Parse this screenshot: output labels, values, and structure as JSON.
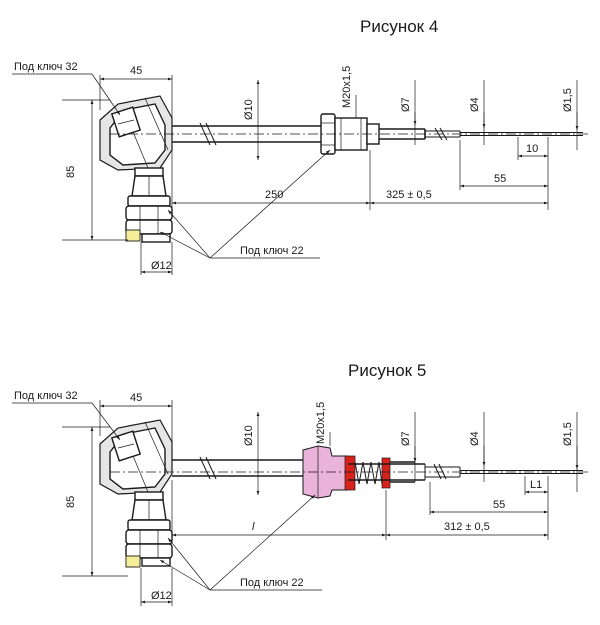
{
  "colors": {
    "line": "#1a1a1a",
    "nut": "#e9b3da",
    "seal": "#d9221c",
    "seal_cap": "#f5ef9a"
  },
  "fig4": {
    "title": "Рисунок 4",
    "wrench_32": "Под ключ 32",
    "wrench_22": "Под ключ 22",
    "d10": "Ø10",
    "thread": "M20x1,5",
    "d7": "Ø7",
    "d4": "Ø4",
    "d15": "Ø1,5",
    "w45": "45",
    "h85": "85",
    "l250": "250",
    "l325": "325 ± 0,5",
    "l55": "55",
    "l10": "10",
    "d12": "Ø12"
  },
  "fig5": {
    "title": "Рисунок 5",
    "wrench_32": "Под ключ 32",
    "wrench_22": "Под ключ 22",
    "d10": "Ø10",
    "thread": "M20x1,5",
    "d7": "Ø7",
    "d4": "Ø4",
    "d15": "Ø1,5",
    "w45": "45",
    "h85": "85",
    "l_var": "l",
    "l312": "312 ± 0,5",
    "l55": "55",
    "l1": "L1",
    "d12": "Ø12"
  }
}
